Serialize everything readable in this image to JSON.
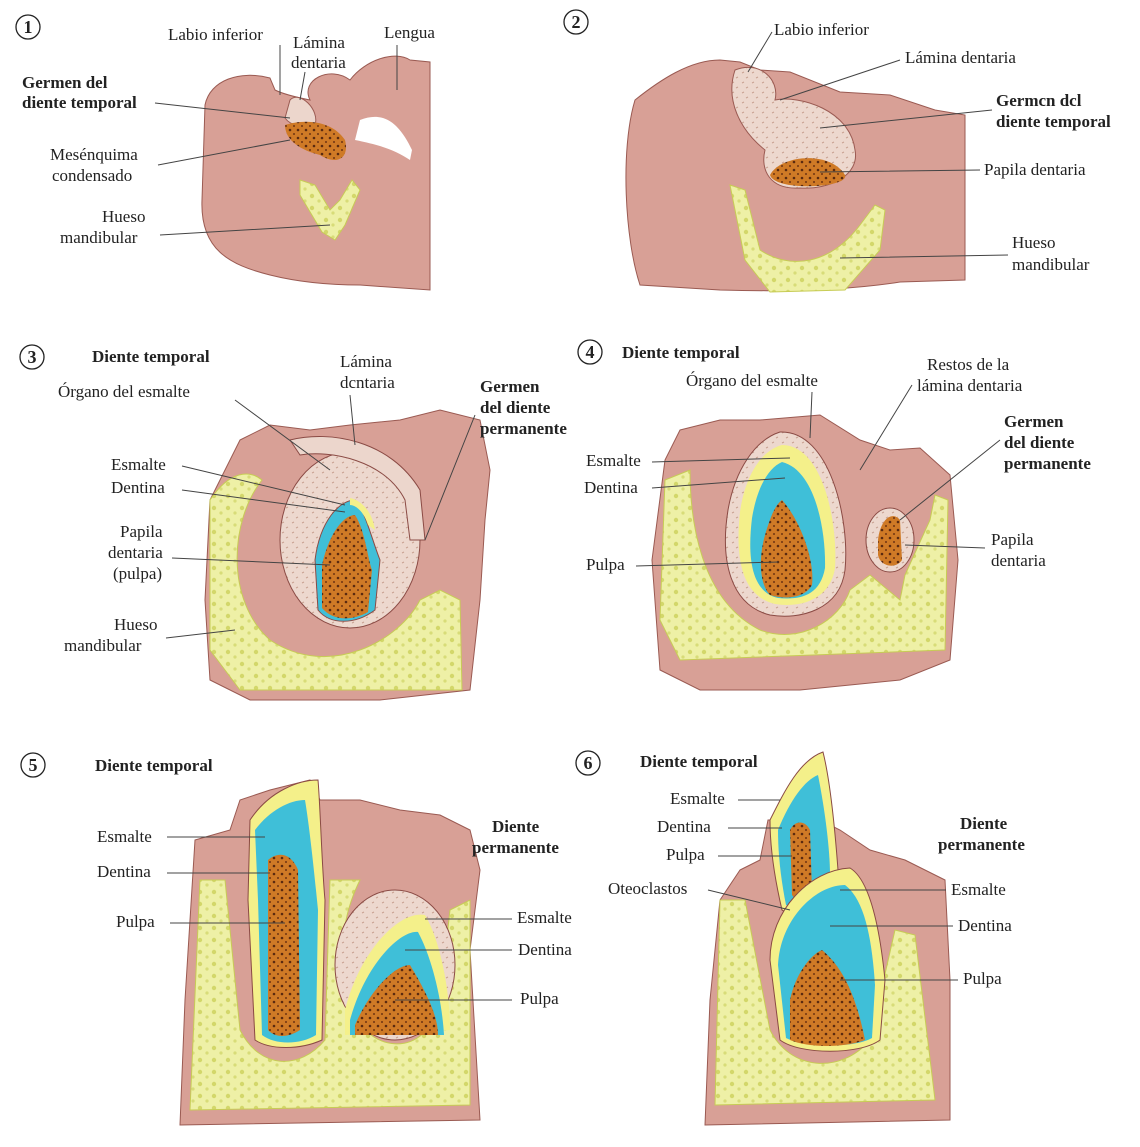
{
  "panels": [
    {
      "number": "1",
      "labels": {
        "labio": "Labio inferior",
        "lamina_1": "Lámina",
        "lamina_2": "dentaria",
        "lengua": "Lengua",
        "germen_1": "Germen del",
        "germen_2": "diente temporal",
        "mes_1": "Mesénquima",
        "mes_2": "condensado",
        "hueso_1": "Hueso",
        "hueso_2": "mandibular"
      }
    },
    {
      "number": "2",
      "labels": {
        "labio": "Labio inferior",
        "lamina": "Lámina dentaria",
        "germen_1": "Germcn dcl",
        "germen_2": "diente temporal",
        "papila": "Papila dentaria",
        "hueso_1": "Hueso",
        "hueso_2": "mandibular"
      }
    },
    {
      "number": "3",
      "labels": {
        "title": "Diente temporal",
        "lamina_1": "Lámina",
        "lamina_2": "dcntaria",
        "organo": "Órgano del esmalte",
        "germen_1": "Germen",
        "germen_2": "del diente",
        "germen_3": "permanente",
        "esmalte": "Esmalte",
        "dentina": "Dentina",
        "papila_1": "Papila",
        "papila_2": "dentaria",
        "papila_3": "(pulpa)",
        "hueso_1": "Hueso",
        "hueso_2": "mandibular"
      }
    },
    {
      "number": "4",
      "labels": {
        "title": "Diente temporal",
        "organo": "Órgano del esmalte",
        "restos_1": "Restos de la",
        "restos_2": "lámina dentaria",
        "germen_1": "Germen",
        "germen_2": "del diente",
        "germen_3": "permanente",
        "esmalte": "Esmalte",
        "dentina": "Dentina",
        "pulpa": "Pulpa",
        "papila_1": "Papila",
        "papila_2": "dentaria"
      }
    },
    {
      "number": "5",
      "labels": {
        "title": "Diente temporal",
        "perm_1": "Diente",
        "perm_2": "permanente",
        "esmalte_l": "Esmalte",
        "dentina_l": "Dentina",
        "pulpa_l": "Pulpa",
        "esmalte_r": "Esmalte",
        "dentina_r": "Dentina",
        "pulpa_r": "Pulpa"
      }
    },
    {
      "number": "6",
      "labels": {
        "title": "Diente temporal",
        "perm_1": "Diente",
        "perm_2": "permanente",
        "esmalte_l": "Esmalte",
        "dentina_l": "Dentina",
        "pulpa_l": "Pulpa",
        "oteo": "Oteoclastos",
        "esmalte_r": "Esmalte",
        "dentina_r": "Dentina",
        "pulpa_r": "Pulpa"
      }
    }
  ],
  "colors": {
    "tissue": "#d9a096",
    "tissue_edge": "#9a5a52",
    "bone": "#eef0a0",
    "enamel": "#f4f08a",
    "dentin": "#3fbfd8",
    "pulp": "#c46a1e",
    "organ": "#ecd6cc"
  }
}
